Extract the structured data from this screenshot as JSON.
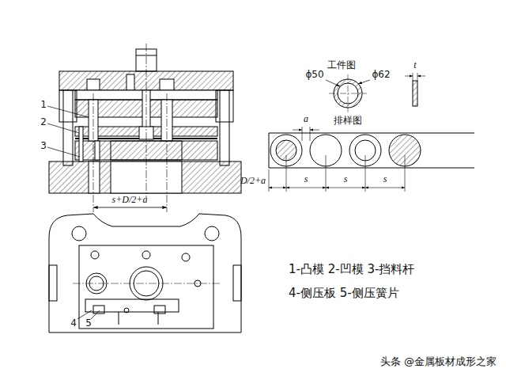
{
  "diagram": {
    "labels": [
      "1",
      "2",
      "3",
      "s+D/2+a",
      "4",
      "5",
      "工件图",
      "ϕ50",
      "ϕ62",
      "t",
      "a",
      "排样图",
      "D/2+a",
      "s",
      "s",
      "s",
      "1-凸模 2-凹模 3-挡料杆",
      "4-侧压板 5-侧压簧片",
      "头条 @金属板材成形之家"
    ]
  }
}
